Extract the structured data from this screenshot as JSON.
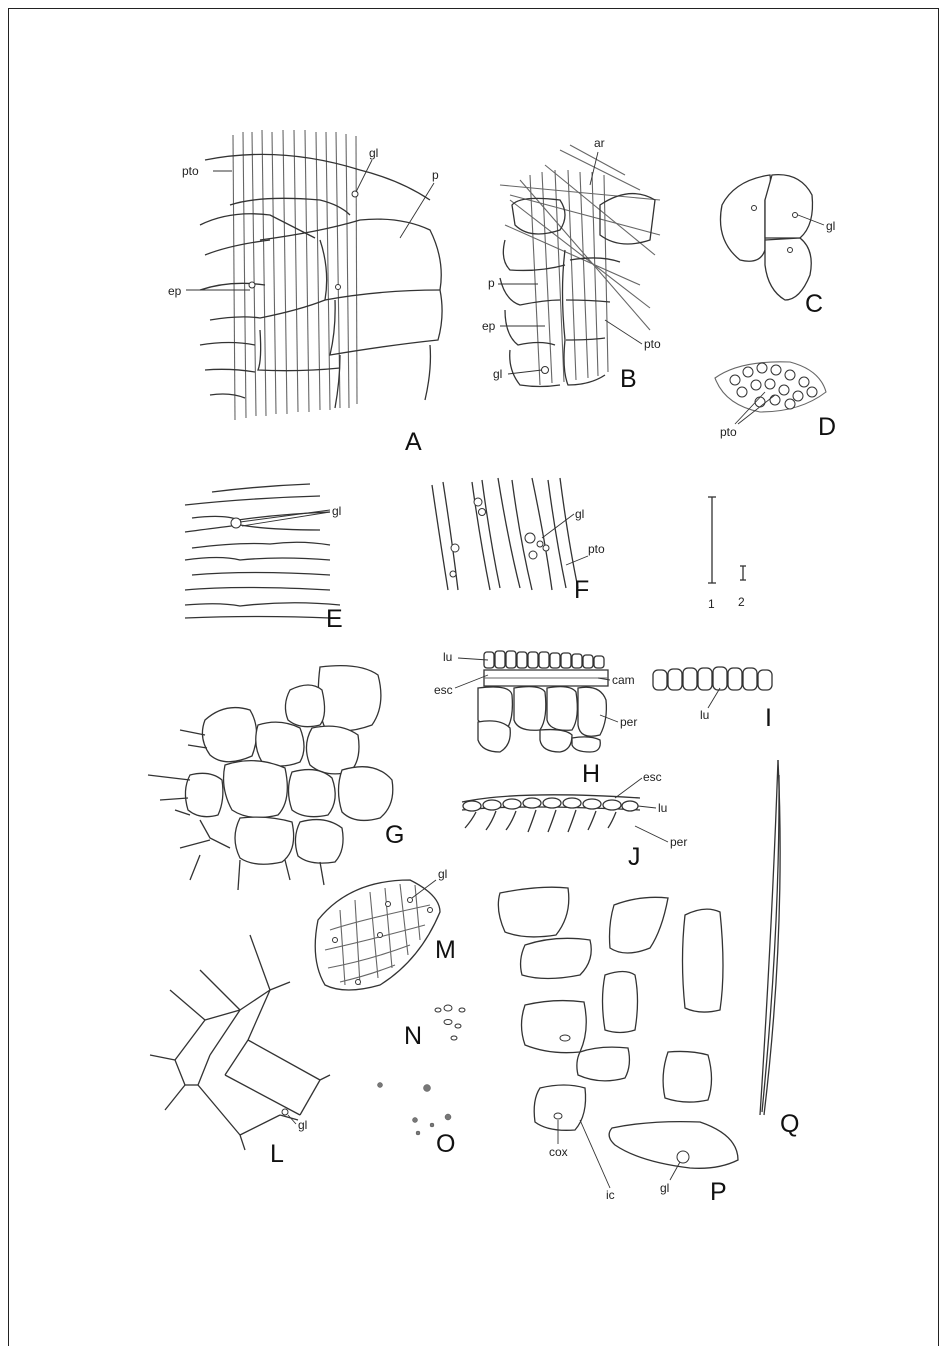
{
  "panels": {
    "A": {
      "letter": "A",
      "labels": {
        "pto": "pto",
        "gl": "gl",
        "p": "p",
        "ep": "ep"
      }
    },
    "B": {
      "letter": "B",
      "labels": {
        "ar": "ar",
        "p": "p",
        "ep": "ep",
        "pto": "pto",
        "gl": "gl"
      }
    },
    "C": {
      "letter": "C",
      "labels": {
        "gl": "gl"
      }
    },
    "D": {
      "letter": "D",
      "labels": {
        "pto": "pto"
      }
    },
    "E": {
      "letter": "E",
      "labels": {
        "gl": "gl"
      }
    },
    "F": {
      "letter": "F",
      "labels": {
        "gl": "gl",
        "pto": "pto"
      }
    },
    "G": {
      "letter": "G"
    },
    "H": {
      "letter": "H",
      "labels": {
        "lu": "lu",
        "esc": "esc",
        "cam": "cam",
        "per": "per"
      }
    },
    "I": {
      "letter": "I",
      "labels": {
        "lu": "lu"
      }
    },
    "J": {
      "letter": "J",
      "labels": {
        "esc": "esc",
        "lu": "lu",
        "per": "per"
      }
    },
    "L": {
      "letter": "L",
      "labels": {
        "gl": "gl"
      }
    },
    "M": {
      "letter": "M",
      "labels": {
        "gl": "gl"
      }
    },
    "N": {
      "letter": "N"
    },
    "O": {
      "letter": "O"
    },
    "P": {
      "letter": "P",
      "labels": {
        "cox": "cox",
        "ic": "ic",
        "gl": "gl"
      }
    },
    "Q": {
      "letter": "Q"
    }
  },
  "scale_bars": {
    "bar1": "1",
    "bar2": "2"
  }
}
